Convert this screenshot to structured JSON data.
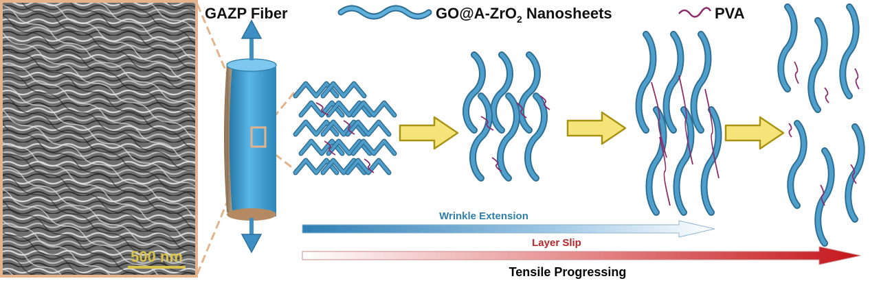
{
  "sem": {
    "scale_bar_label": "500 nm"
  },
  "fiber": {
    "title": "GAZP Fiber"
  },
  "legend": {
    "nanosheets_prefix": "GO@A-ZrO",
    "nanosheets_subscript": "2",
    "nanosheets_suffix": " Nanosheets",
    "pva_label": "PVA"
  },
  "stages": [
    "initial-wrinkled",
    "wrinkle-extended",
    "layer-slipping",
    "fractured"
  ],
  "progress": {
    "wrinkle_label": "Wrinkle Extension",
    "slip_label": "Layer Slip",
    "tensile_label": "Tensile Progressing"
  },
  "colors": {
    "sheet": "#4f9fcc",
    "sheet_dark": "#2f6e93",
    "pva": "#8b2a6a",
    "sem_frame": "#e3b48c",
    "scale_bar": "#d9c34a",
    "arrow_fill": "#f5e47a",
    "arrow_stroke": "#a89212",
    "wrinkle_label": "#2e7fa8",
    "slip_label": "#b3272b",
    "tensile_label": "#000000"
  }
}
